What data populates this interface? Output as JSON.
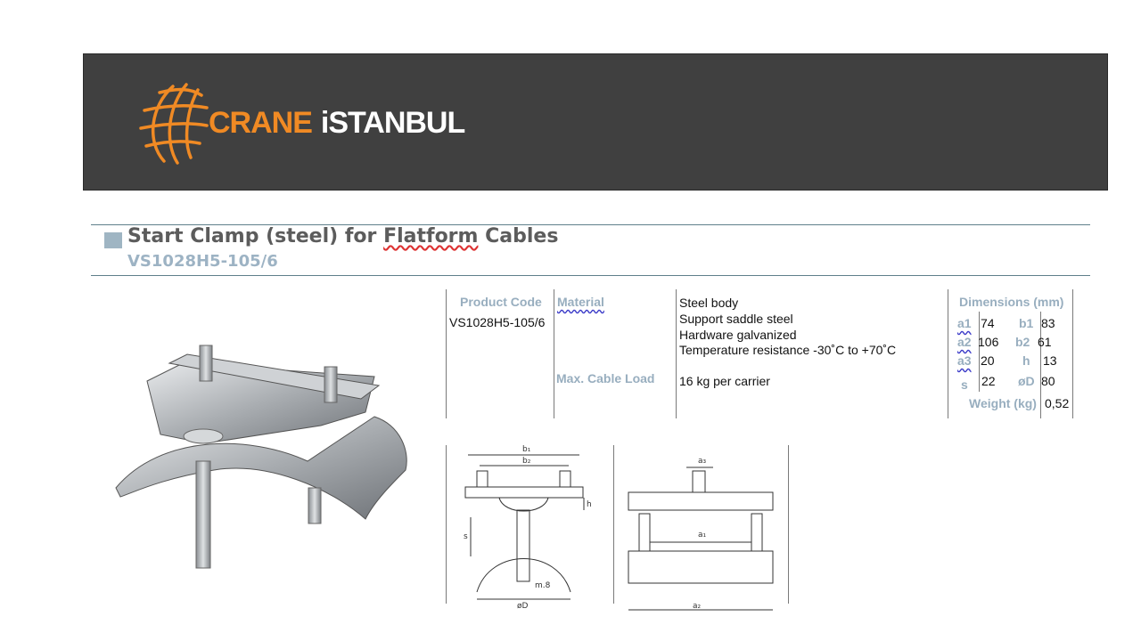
{
  "banner": {
    "logo_text_a": "CRANE",
    "logo_text_b": "iSTANBUL",
    "colors": {
      "background": "#404040",
      "accent": "#f08a24",
      "text": "#ffffff"
    }
  },
  "title": {
    "prefix": "Start Clamp (steel) for ",
    "marked": "Flatform",
    "suffix": " Cables"
  },
  "subtitle": "VS1028H5-105/6",
  "spec": {
    "product_code_label": "Product Code",
    "material_label": "Material",
    "product_code_value": "VS1028H5-105/6",
    "materials": [
      "Steel body",
      "Support saddle steel",
      "Hardware galvanized",
      "Temperature resistance -30˚C to +70˚C"
    ],
    "max_load_label": "Max. Cable Load",
    "max_load_value": "16 kg per carrier"
  },
  "dimensions": {
    "header": "Dimensions (mm)",
    "rows": [
      {
        "k1": "a1",
        "v1": "74",
        "k2": "b1",
        "v2": "83"
      },
      {
        "k1": "a2",
        "v1": "106",
        "k2": "b2",
        "v2": "61"
      },
      {
        "k1": "a3",
        "v1": "20",
        "k2": "h",
        "v2": "13"
      },
      {
        "k1": "s",
        "v1": "22",
        "k2": "øD",
        "v2": "80"
      }
    ],
    "weight_label": "Weight (kg)",
    "weight_value": "0,52"
  },
  "drawing_labels": {
    "b1": "b₁",
    "b2": "b₂",
    "h": "h",
    "s": "s",
    "m8": "m.8",
    "oD": "øD",
    "a3": "a₃",
    "a1": "a₁",
    "a2": "a₂"
  }
}
